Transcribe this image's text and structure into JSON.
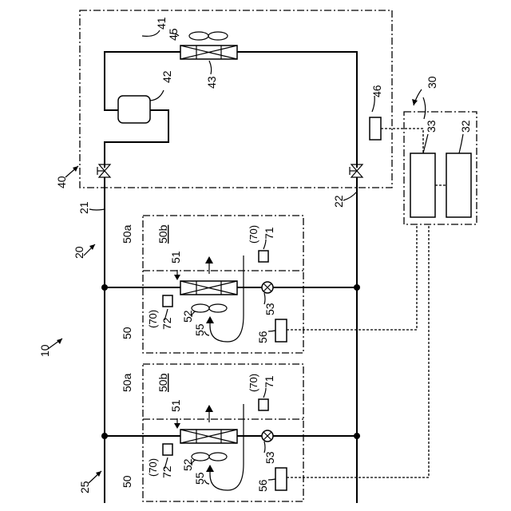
{
  "labels": {
    "system": "10",
    "circuit": "20",
    "pipe_left": "21",
    "pipe_right": "22",
    "pipe_bottom": "25",
    "controller": "30",
    "ctrl_unit_a": "32",
    "ctrl_unit_b": "33",
    "outdoor_unit": "40",
    "outdoor_outline": "41",
    "compressor": "42",
    "outdoor_hx": "43",
    "outdoor_fan": "45",
    "outdoor_sensor": "46",
    "indoor_unit": "50",
    "indoor_space": "50a",
    "indoor_sub": "50b",
    "indoor_hx_arrow": "51",
    "indoor_fan": "52",
    "expansion_valve": "53",
    "airflow": "55",
    "indoor_sensor": "56",
    "ref70": "(70)",
    "sensor_71": "71",
    "sensor_72": "72"
  },
  "units": [
    {
      "name": "upper-indoor-unit"
    },
    {
      "name": "lower-indoor-unit"
    }
  ]
}
